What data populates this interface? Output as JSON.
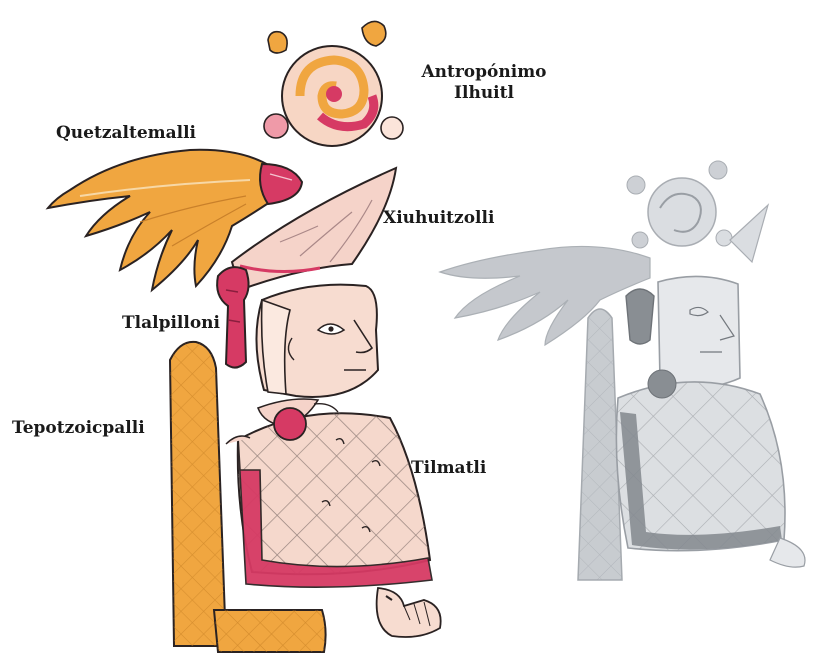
{
  "labels": {
    "antroponimo_line1": "Antropónimo",
    "antroponimo_line2": "Ilhuitl",
    "quetzaltemalli": "Quetzaltemalli",
    "xiuhuitzolli": "Xiuhuitzolli",
    "tlalpilloni": "Tlalpilloni",
    "tepotzoicpalli": "Tepotzoicpalli",
    "tilmatli": "Tilmatli"
  },
  "colors": {
    "orange": "#f0a640",
    "orange_light": "#f6c27a",
    "crimson": "#d63a64",
    "pink": "#ef9aa8",
    "skin": "#fbe4da",
    "line": "#2a2222",
    "gray": "#b8bcc2",
    "gray_dark": "#8f949b"
  }
}
